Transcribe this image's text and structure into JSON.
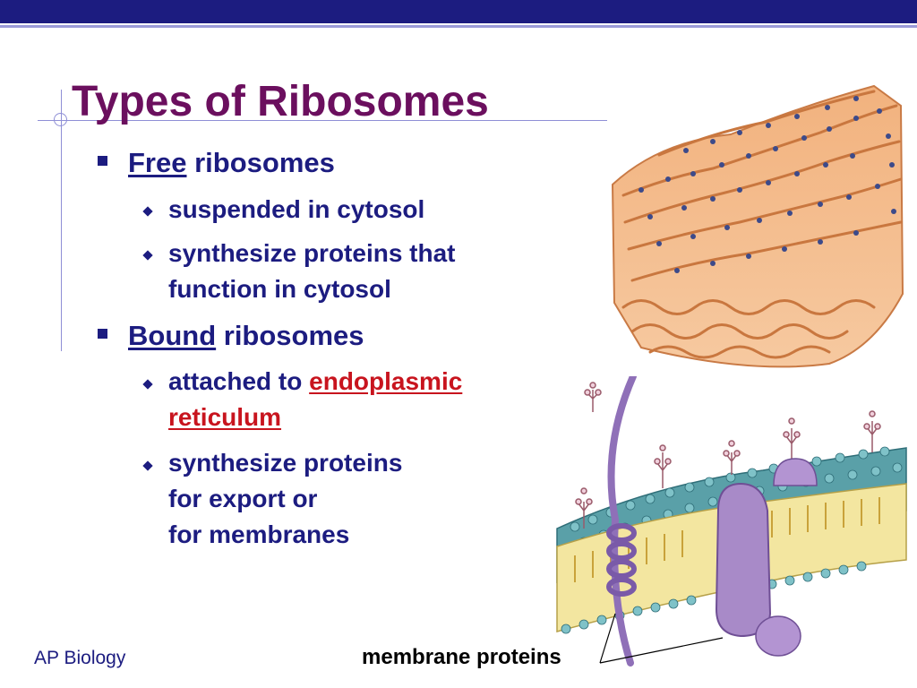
{
  "slide": {
    "title": "Types of Ribosomes",
    "footer": "AP Biology",
    "caption": "membrane proteins"
  },
  "bullets": [
    {
      "keyword": "Free",
      "rest": " ribosomes",
      "sub": [
        {
          "lines": [
            "suspended in cytosol"
          ]
        },
        {
          "lines": [
            "synthesize proteins that",
            "function in cytosol"
          ]
        }
      ]
    },
    {
      "keyword": "Bound",
      "rest": " ribosomes",
      "sub": [
        {
          "prefix": "attached to ",
          "highlight1": "endoplasmic",
          "highlight2": "reticulum"
        },
        {
          "lines": [
            "synthesize proteins",
            "for export or",
            "for membranes"
          ]
        }
      ]
    }
  ],
  "colors": {
    "title": "#6b0f5e",
    "text": "#1c1c80",
    "highlight": "#c8141e",
    "er": "#eba36b",
    "protein": "#a88ac8"
  }
}
